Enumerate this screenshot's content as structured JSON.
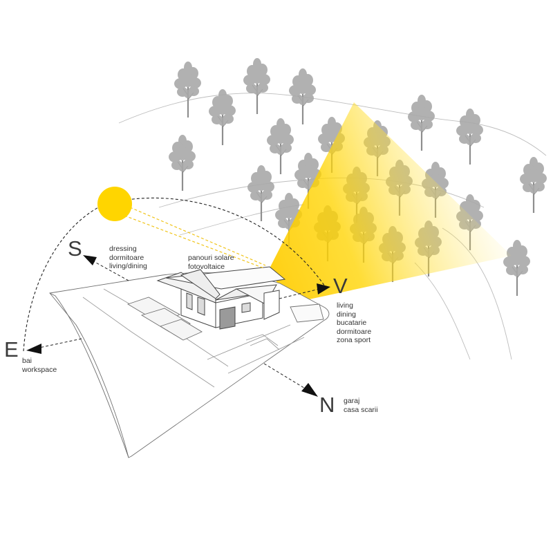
{
  "colors": {
    "sun": "#ffd500",
    "sun_beam": "#ffcc00",
    "tree": "#a9a9a9",
    "tree_trunk": "#8e8e8e",
    "line": "#7a7a7a",
    "text": "#333333"
  },
  "directions": {
    "south": {
      "letter": "S",
      "rooms": "dressing\ndormitoare\nliving/dining"
    },
    "east": {
      "letter": "E",
      "rooms": "bai\nworkspace"
    },
    "north": {
      "letter": "N",
      "rooms": "garaj\ncasa scarii"
    },
    "west": {
      "letter": "V",
      "rooms": "living\ndining\nbucatarie\ndormitoare\nzona sport"
    }
  },
  "solar_panels": {
    "label": "panouri solare\nfotovoltaice"
  }
}
